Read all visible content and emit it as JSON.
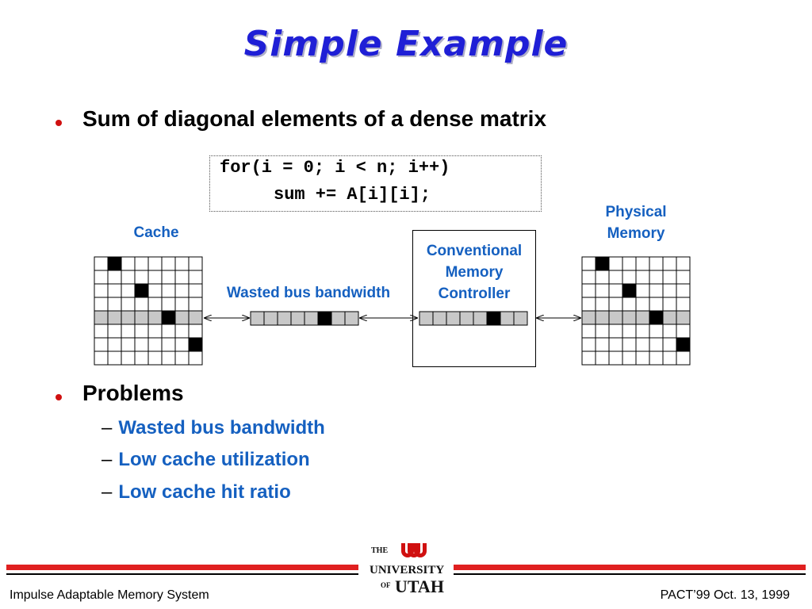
{
  "slide": {
    "title": "Simple Example",
    "bullets": [
      {
        "text": "Sum of diagonal elements of a dense matrix"
      },
      {
        "text": "Problems",
        "subs": [
          "Wasted bus bandwidth",
          "Low cache utilization",
          "Low cache hit ratio"
        ]
      }
    ],
    "code": {
      "line1": "for(i = 0; i < n; i++)",
      "line2": "sum += A[i][i];"
    }
  },
  "diagram": {
    "cache_label": "Cache",
    "bus_label": "Wasted bus bandwidth",
    "controller_label": [
      "Conventional",
      "Memory",
      "Controller"
    ],
    "memory_label": [
      "Physical",
      "Memory"
    ],
    "matrix_filled_cells": [
      [
        0,
        1
      ],
      [
        2,
        3
      ],
      [
        4,
        5
      ],
      [
        6,
        7
      ]
    ],
    "highlight_row": 4
  },
  "footer": {
    "left": "Impulse Adaptable Memory System",
    "right": "PACT’99  Oct. 13, 1999",
    "logo": {
      "the": "THE",
      "university": "UNIVERSITY",
      "of": "OF",
      "utah": "UTAH"
    }
  },
  "colors": {
    "title": "#1f1fd6",
    "accent_blue": "#1560c0",
    "bullet_red": "#d01010",
    "footer_red": "#e02020",
    "row_gray": "#c8c8c8"
  }
}
